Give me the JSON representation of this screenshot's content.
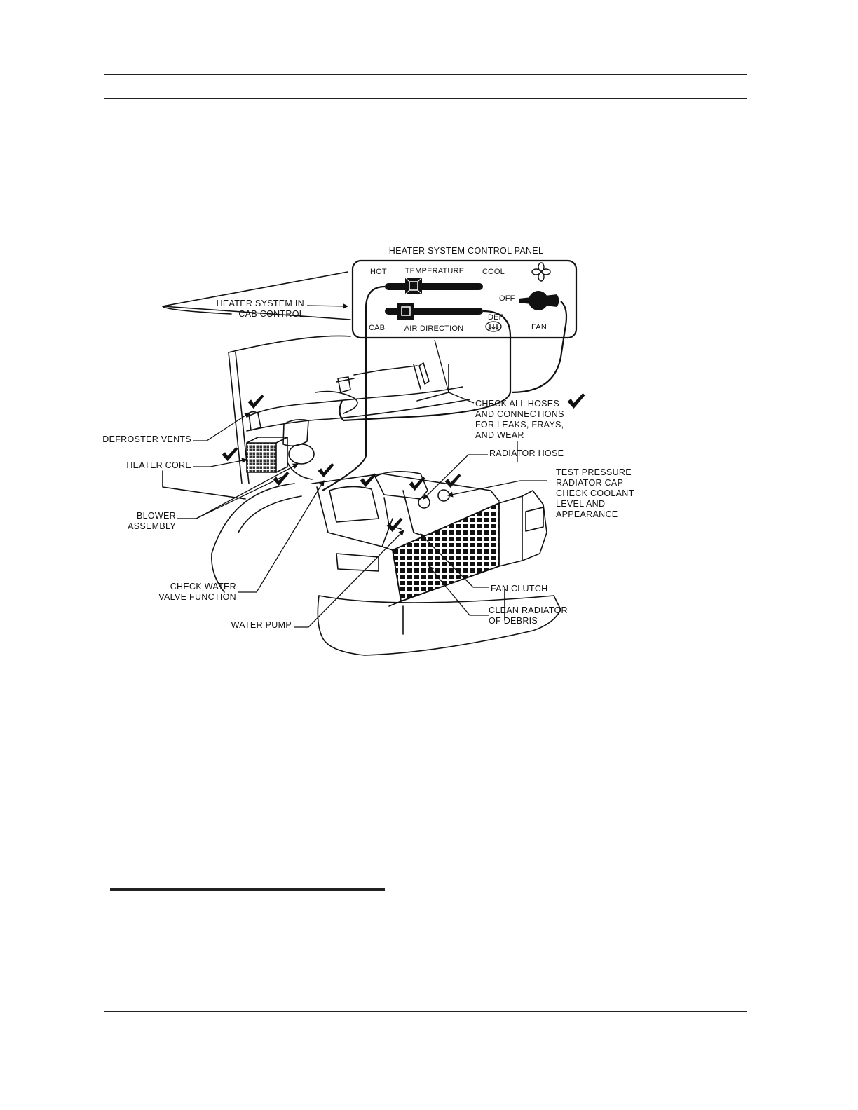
{
  "panel": {
    "title": "HEATER SYSTEM CONTROL PANEL",
    "hot": "HOT",
    "temperature": "TEMPERATURE",
    "cool": "COOL",
    "off": "OFF",
    "cab": "CAB",
    "air_direction": "AIR DIRECTION",
    "def": "DEF",
    "fan": "FAN"
  },
  "labels": {
    "heater_system_line1": "HEATER SYSTEM IN",
    "heater_system_line2": "CAB CONTROL",
    "check_hoses_line1": "CHECK ALL HOSES",
    "check_hoses_line2": "AND CONNECTIONS",
    "check_hoses_line3": "FOR LEAKS, FRAYS,",
    "check_hoses_line4": "AND WEAR",
    "defroster_vents": "DEFROSTER VENTS",
    "heater_core": "HEATER CORE",
    "radiator_hose": "RADIATOR HOSE",
    "test_pressure_line1": "TEST PRESSURE",
    "test_pressure_line2": "RADIATOR CAP",
    "test_pressure_line3": "CHECK COOLANT",
    "test_pressure_line4": "LEVEL AND",
    "test_pressure_line5": "APPEARANCE",
    "blower_line1": "BLOWER",
    "blower_line2": "ASSEMBLY",
    "check_water_line1": "CHECK WATER",
    "check_water_line2": "VALVE FUNCTION",
    "fan_clutch": "FAN CLUTCH",
    "clean_radiator_line1": "CLEAN RADIATOR",
    "clean_radiator_line2": "OF DEBRIS",
    "water_pump": "WATER PUMP"
  },
  "icons": [
    "fan-icon",
    "defrost-icon",
    "checkmark-icon"
  ],
  "colors": {
    "ink": "#111111",
    "rule": "#222222",
    "background": "#ffffff"
  }
}
